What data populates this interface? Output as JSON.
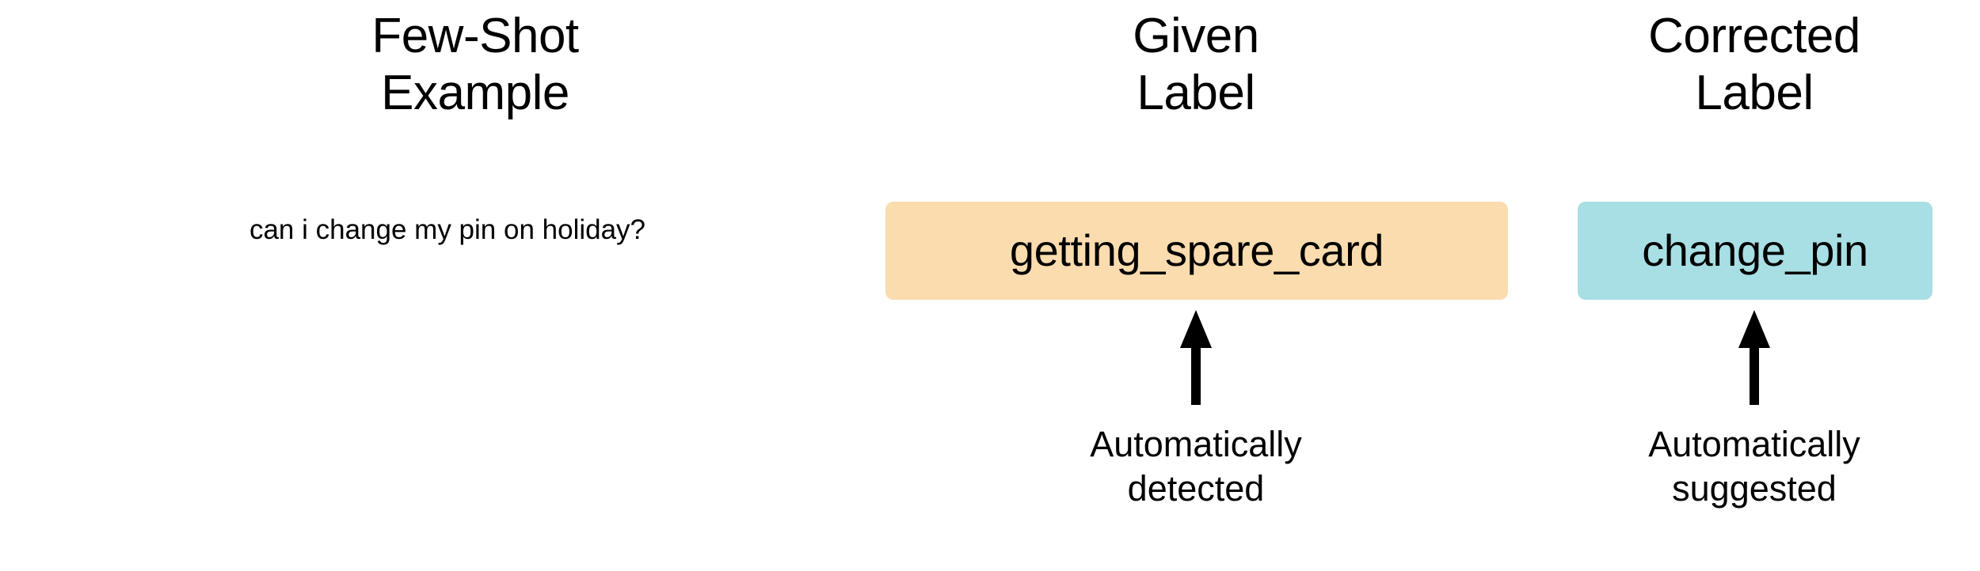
{
  "figure": {
    "background_color": "#ffffff",
    "text_color": "#000000"
  },
  "columns": [
    {
      "id": "few-shot-example",
      "header": "Few-Shot\nExample"
    },
    {
      "id": "given-label",
      "header": "Given\nLabel"
    },
    {
      "id": "corrected-label",
      "header": "Corrected\nLabel"
    }
  ],
  "example": {
    "utterance": "can i change my pin on holiday?"
  },
  "labels": {
    "given": {
      "text": "getting_spare_card",
      "background_color": "#fadcae",
      "text_color": "#000000"
    },
    "corrected": {
      "text": "change_pin",
      "background_color": "#a8dfe4",
      "text_color": "#000000"
    }
  },
  "annotations": {
    "given": {
      "arrow": "arrow-up",
      "caption": "Automatically\ndetected"
    },
    "corrected": {
      "arrow": "arrow-up",
      "caption": "Automatically\nsuggested"
    }
  }
}
